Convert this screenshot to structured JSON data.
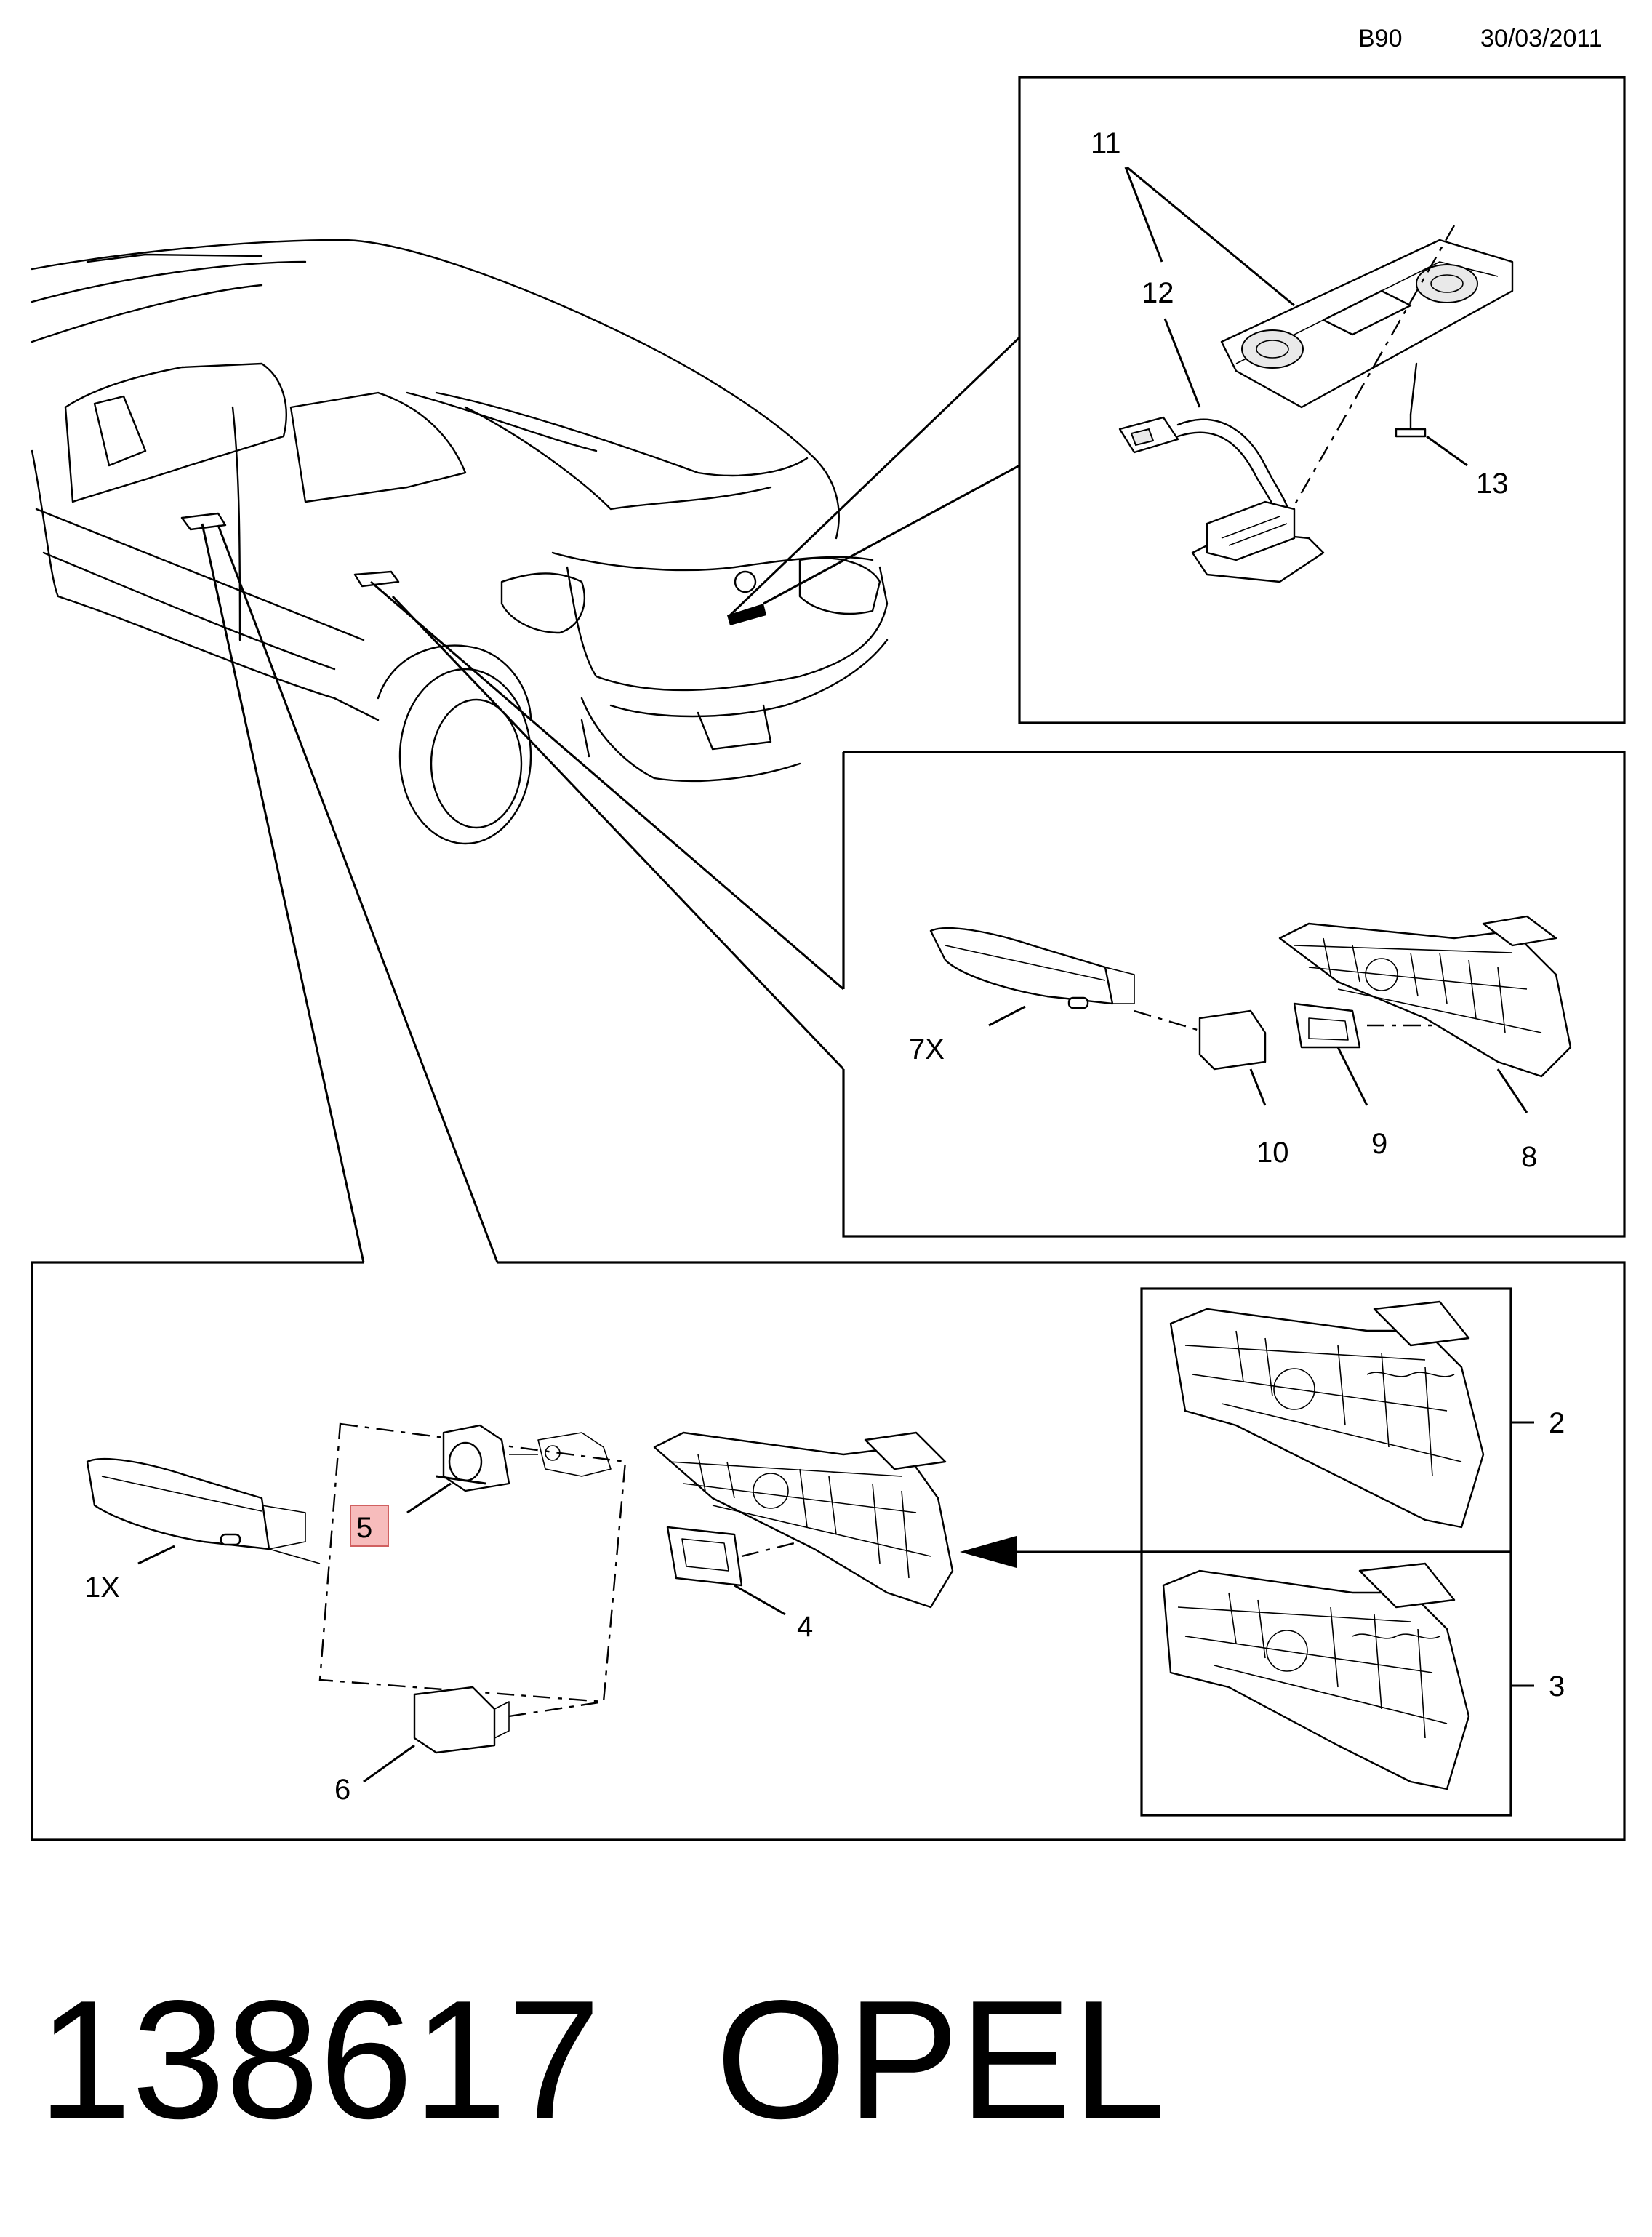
{
  "header": {
    "code": "B90",
    "date": "30/03/2011"
  },
  "footer": {
    "part_number": "138617",
    "brand": "OPEL"
  },
  "callouts": {
    "c11": "11",
    "c12": "12",
    "c13": "13",
    "c7x": "7X",
    "c10": "10",
    "c9": "9",
    "c8": "8",
    "c1x": "1X",
    "c5": "5",
    "c4": "4",
    "c6": "6",
    "c2": "2",
    "c3": "3"
  },
  "colors": {
    "highlight": "#f4a6a6",
    "line": "#000000"
  }
}
